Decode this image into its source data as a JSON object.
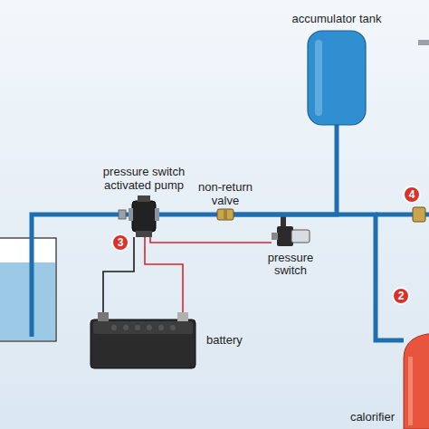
{
  "diagram": {
    "nodes": [
      {
        "text": [
          "accumulator tank"
        ]
      },
      {
        "text": [
          "pressure switch activated pump"
        ]
      },
      {
        "text": [
          "non-return valve"
        ]
      },
      {
        "text": [
          "pressure switch"
        ]
      },
      {
        "text": [
          "battery"
        ]
      },
      {
        "text": [
          "calorifier"
        ]
      }
    ],
    "edges": [
      {
        "from": 1,
        "to": 2,
        "arrow": "none"
      },
      {
        "from": 2,
        "to": 0,
        "arrow": "none"
      },
      {
        "from": 2,
        "to": 5,
        "arrow": "none"
      },
      {
        "from": 1,
        "to": 3,
        "arrow": "none"
      },
      {
        "from": 4,
        "to": 1,
        "arrow": "none"
      },
      {
        "from": 4,
        "to": 1,
        "arrow": "none"
      }
    ],
    "labels": [
      "3",
      "4",
      "2"
    ]
  }
}
